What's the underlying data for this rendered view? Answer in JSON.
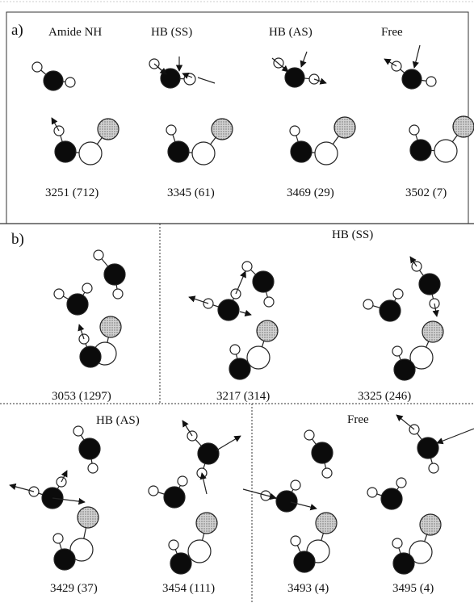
{
  "panel_a": {
    "label": "a)",
    "headers": [
      "Amide NH",
      "HB (SS)",
      "HB (AS)",
      "Free"
    ],
    "frequencies": [
      "3251 (712)",
      "3345 (61)",
      "3469 (29)",
      "3502 (7)"
    ]
  },
  "panel_b": {
    "label": "b)",
    "headers": [
      "HB (SS)",
      "HB (AS)",
      "Free"
    ],
    "frequencies": [
      "3053 (1297)",
      "3217 (314)",
      "3325 (246)",
      "3429 (37)",
      "3454 (111)",
      "3493 (4)",
      "3495 (4)"
    ]
  },
  "colors": {
    "nitrogen": "#0b0b0b",
    "oxygen_hatched": "#c4c4c4",
    "hydrogen": "#ffffff",
    "line": "#222222"
  }
}
